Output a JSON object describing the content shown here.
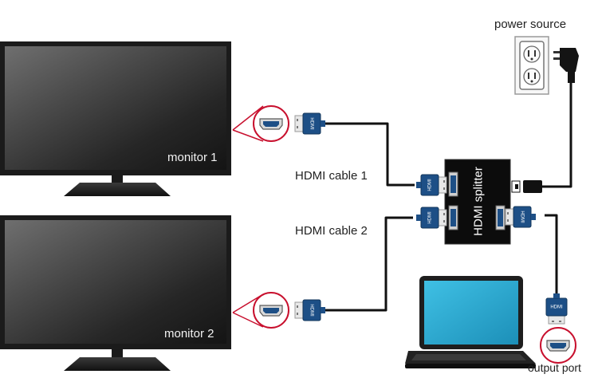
{
  "labels": {
    "power_source": "power source",
    "monitor_1": "monitor 1",
    "monitor_2": "monitor 2",
    "hdmi_cable_1": "HDMI cable 1",
    "hdmi_cable_2": "HDMI cable 2",
    "hdmi_splitter": "HDMI splitter",
    "output_port": "output port"
  },
  "plug_text": "HDMI",
  "icons": {
    "monitor": "monitor-icon",
    "laptop": "laptop-icon",
    "wall_outlet": "wall-outlet-icon",
    "power_adapter": "power-adapter-icon",
    "hdmi_plug": "hdmi-plug-icon",
    "hdmi_port": "hdmi-port-icon",
    "splitter": "hdmi-splitter-icon"
  },
  "colors": {
    "cable": "#111111",
    "plug_blue": "#1d4f86",
    "callout_red": "#c8102e",
    "laptop_screen": "#29a9cf",
    "splitter_body": "#0c0c0c"
  }
}
